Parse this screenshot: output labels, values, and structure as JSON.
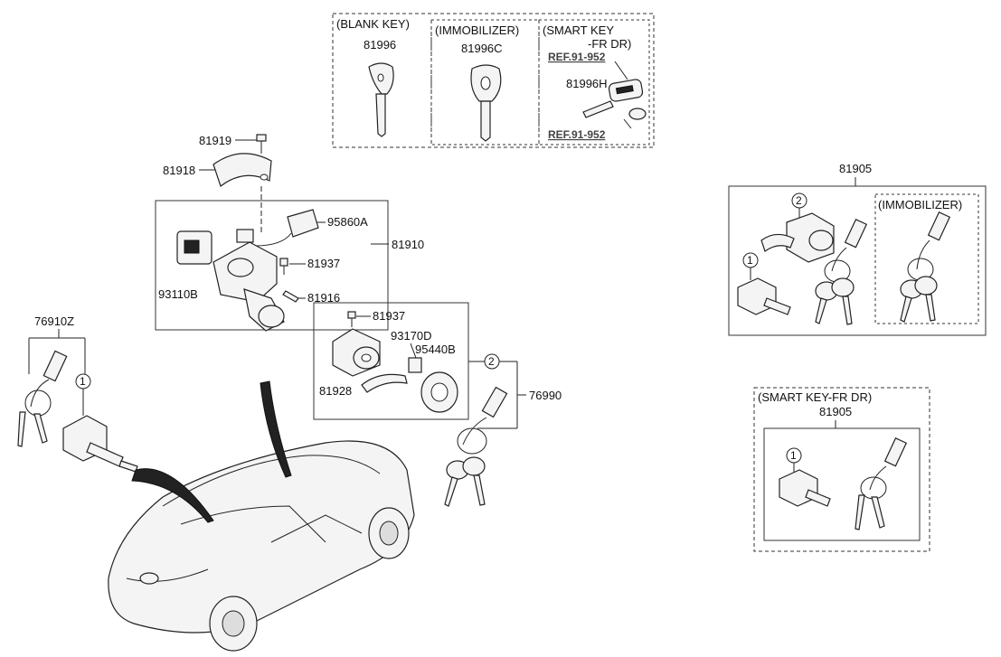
{
  "keys_box": {
    "blank_key": {
      "heading": "(BLANK KEY)",
      "part": "81996"
    },
    "immobilizer": {
      "heading": "(IMMOBILIZER)",
      "part": "81996C"
    },
    "smart_key": {
      "heading_line1": "(SMART KEY",
      "heading_line2": "-FR DR)",
      "ref_top": "REF.91-952",
      "part": "81996H",
      "ref_bottom": "REF.91-952"
    }
  },
  "ignition": {
    "screw": "81919",
    "cover": "81918",
    "assembly": "81910",
    "module": "95860A",
    "bolt_upper": "81937",
    "lock": "93110B",
    "bolt_lower": "81916"
  },
  "lock_set": {
    "bolt": "81937",
    "cylinder": "81928",
    "coil": "93170D",
    "ring": "95440B",
    "ref_number": "2",
    "key_set": "76990"
  },
  "door_set": {
    "part": "76910Z",
    "ref_number": "1"
  },
  "set_81905": {
    "part": "81905",
    "ref_two": "2",
    "ref_one": "1",
    "immobilizer_heading": "(IMMOBILIZER)"
  },
  "smart_set": {
    "heading": "(SMART KEY-FR DR)",
    "part": "81905",
    "ref_one": "1"
  },
  "colors": {
    "line": "#222222",
    "fill": "#f4f4f4",
    "text": "#111111"
  }
}
